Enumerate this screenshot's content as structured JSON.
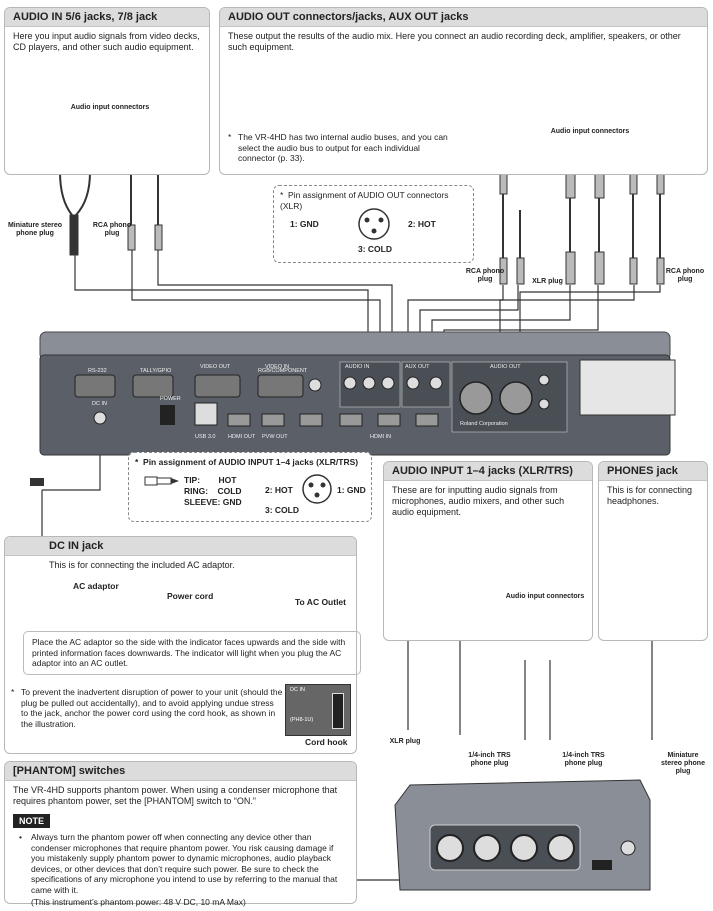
{
  "audio_in": {
    "title": "AUDIO IN 5/6 jacks, 7/8 jack",
    "text": "Here you input audio signals from video decks, CD players, and other such audio equipment.",
    "connectors_label": "Audio input connectors",
    "mini_plug": "Miniature stereo phone plug",
    "rca_plug": "RCA phono plug"
  },
  "audio_out": {
    "title": "AUDIO OUT connectors/jacks, AUX OUT jacks",
    "text": "These output the results of the audio mix. Here you connect an audio recording deck, amplifier, speakers, or other such equipment.",
    "note": "The VR-4HD has two internal audio buses, and you can select the audio bus to output for each individual connector (p. 33).",
    "connectors_label": "Audio input connectors",
    "rca_plug_left": "RCA phono plug",
    "xlr_plug": "XLR plug",
    "rca_plug_right": "RCA phono plug"
  },
  "xlr_out_pins": {
    "title": "Pin assignment of AUDIO OUT connectors (XLR)",
    "gnd": "1: GND",
    "hot": "2: HOT",
    "cold": "3: COLD"
  },
  "xlr_in_pins": {
    "title": "Pin assignment of AUDIO INPUT 1–4 jacks (XLR/TRS)",
    "tip": "TIP:",
    "tip_val": "HOT",
    "ring": "RING:",
    "ring_val": "COLD",
    "sleeve": "SLEEVE: GND",
    "hot": "2: HOT",
    "gnd": "1: GND",
    "cold": "3: COLD"
  },
  "dc_in": {
    "title": "DC IN jack",
    "text": "This is for connecting the included AC adaptor.",
    "ac_adaptor": "AC adaptor",
    "power_cord": "Power cord",
    "to_ac": "To AC Outlet",
    "info": "Place the AC adaptor so the side with the indicator faces upwards and the side with printed information faces downwards. The indicator will light when you plug the AC adaptor into an AC outlet.",
    "note": "To prevent the inadvertent disruption of power to your unit (should the plug be pulled out accidentally), and to avoid applying undue stress to the jack, anchor the power cord using the cord hook, as shown in the illustration.",
    "cord_hook": "Cord hook",
    "dcin_small": "DC IN",
    "dcin_sub": "(PH8-1U)"
  },
  "audio_input": {
    "title": "AUDIO INPUT 1–4 jacks (XLR/TRS)",
    "text": "These are for inputting audio signals from microphones, audio mixers, and other such audio equipment.",
    "connectors_label": "Audio input connectors",
    "xlr_plug": "XLR plug",
    "trs_plug_1": "1/4-inch TRS phone plug",
    "trs_plug_2": "1/4-inch TRS phone plug"
  },
  "phones": {
    "title": "PHONES jack",
    "text": "This is for connecting headphones.",
    "mini_plug": "Miniature stereo phone plug"
  },
  "phantom": {
    "title": "[PHANTOM] switches",
    "text": "The VR-4HD supports phantom power. When using a condenser microphone that requires phantom power, set the [PHANTOM] switch to “ON.”",
    "note_badge": "NOTE",
    "note": "Always turn the phantom power off when connecting any device other than condenser microphones that require phantom power. You risk causing damage if you mistakenly supply phantom power to dynamic microphones, audio playback devices, or other devices that don’t require such power. Be sure to check the specifications of any microphone you intend to use by referring to the manual that came with it.",
    "spec": "(This instrument’s phantom power: 48 V DC, 10 mA Max)"
  },
  "device": {
    "labels": [
      "AUDIO IN",
      "AUX OUT",
      "AUDIO OUT",
      "VIDEO OUT",
      "VIDEO IN",
      "HDMI IN",
      "HDMI OUT",
      "PVW OUT",
      "POWER",
      "DC IN",
      "USB 3.0",
      "RS-232",
      "TALLY/GPIO",
      "RGB/COMPONENT",
      "Roland Corporation"
    ]
  },
  "colors": {
    "panel_header": "#dcdcdc",
    "device_body": "#5b6068",
    "cable": "#333333"
  }
}
